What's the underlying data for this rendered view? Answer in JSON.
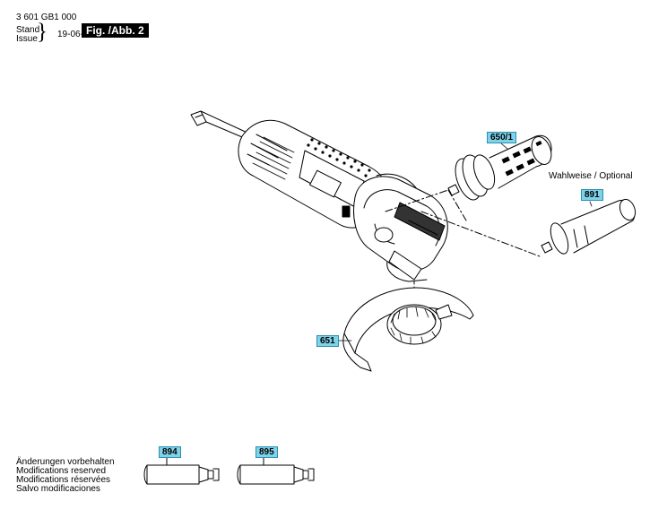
{
  "header": {
    "doc_number": "3 601 GB1 000",
    "stand": "Stand",
    "issue": "Issue",
    "date": "19-06-12",
    "figure_label": "Fig. /Abb. 2"
  },
  "parts": {
    "handle_650_1": "650/1",
    "handle_891": "891",
    "guard_651": "651",
    "tube_894": "894",
    "tube_895": "895"
  },
  "optional_note": "Wahlweise / Optional",
  "disclaimers": [
    "Änderungen vorbehalten",
    "Modifications reserved",
    "Modifications réservées",
    "Salvo modificaciones"
  ]
}
